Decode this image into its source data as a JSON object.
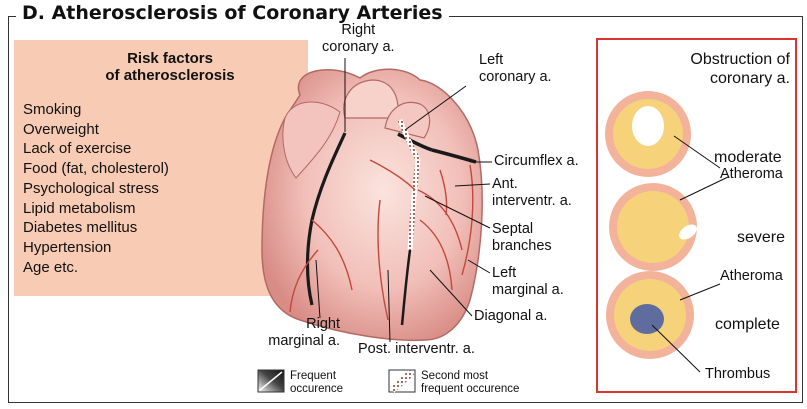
{
  "title": "D.  Atherosclerosis of Coronary Arteries",
  "risk_factors": {
    "heading_line1": "Risk factors",
    "heading_line2": "of atherosclerosis",
    "items": [
      "Smoking",
      "Overweight",
      "Lack of exercise",
      "Food (fat, cholesterol)",
      "Psychological stress",
      "Lipid metabolism",
      "Diabetes mellitus",
      "Hypertension",
      "Age etc."
    ]
  },
  "heart_labels": {
    "right_coronary_1": "Right",
    "right_coronary_2": "coronary a.",
    "left_coronary_1": "Left",
    "left_coronary_2": "coronary a.",
    "circumflex": "Circumflex a.",
    "ant_interventr_1": "Ant.",
    "ant_interventr_2": "interventr. a.",
    "septal_1": "Septal",
    "septal_2": "branches",
    "left_marginal_1": "Left",
    "left_marginal_2": "marginal a.",
    "diagonal": "Diagonal a.",
    "right_marginal_1": "Right",
    "right_marginal_2": "marginal a.",
    "post_interventr": "Post. interventr. a."
  },
  "legend": {
    "frequent_1": "Frequent",
    "frequent_2": "occurence",
    "second_1": "Second most",
    "second_2": "frequent occurence"
  },
  "obstruction": {
    "heading_1": "Obstruction of",
    "heading_2": "coronary a.",
    "moderate": "moderate",
    "atheroma_1": "Atheroma",
    "severe": "severe",
    "atheroma_2": "Atheroma",
    "complete": "complete",
    "thrombus": "Thrombus"
  },
  "colors": {
    "risk_box": "#f8cbb4",
    "border_red": "#d9342e",
    "vessel_wall": "#f3b39a",
    "atheroma": "#f6d27a",
    "thrombus": "#5f6d9e"
  }
}
